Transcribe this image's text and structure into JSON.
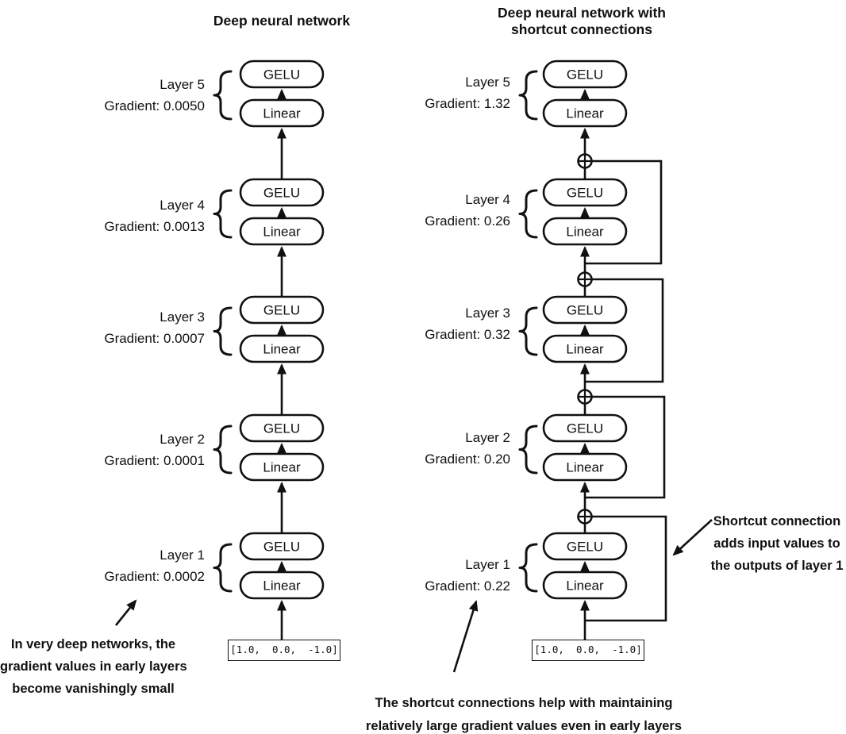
{
  "diagram": {
    "left_network": {
      "title": "Deep neural network",
      "layers": [
        {
          "name": "Layer 5",
          "gradient": "Gradient: 0.0050"
        },
        {
          "name": "Layer 4",
          "gradient": "Gradient: 0.0013"
        },
        {
          "name": "Layer 3",
          "gradient": "Gradient: 0.0007"
        },
        {
          "name": "Layer 2",
          "gradient": "Gradient: 0.0001"
        },
        {
          "name": "Layer 1",
          "gradient": "Gradient: 0.0002"
        }
      ],
      "input_vector": "[1.0,  0.0,  -1.0]"
    },
    "right_network": {
      "title_line1": "Deep neural network with",
      "title_line2": "shortcut connections",
      "layers": [
        {
          "name": "Layer 5",
          "gradient": "Gradient: 1.32"
        },
        {
          "name": "Layer 4",
          "gradient": "Gradient: 0.26"
        },
        {
          "name": "Layer 3",
          "gradient": "Gradient: 0.32"
        },
        {
          "name": "Layer 2",
          "gradient": "Gradient: 0.20"
        },
        {
          "name": "Layer 1",
          "gradient": "Gradient: 0.22"
        }
      ],
      "input_vector": "[1.0,  0.0,  -1.0]"
    },
    "box_labels": {
      "activation": "GELU",
      "linear": "Linear"
    },
    "annotations": {
      "left_note": {
        "lines": [
          "In very deep networks, the",
          "gradient values in early layers",
          "become vanishingly small"
        ]
      },
      "bottom_note": {
        "lines": [
          "The shortcut connections help with maintaining",
          "relatively large gradient values even in early layers"
        ]
      },
      "right_note": {
        "lines": [
          "Shortcut connection",
          "adds input values to",
          "the outputs of layer 1"
        ]
      }
    },
    "icons": {
      "add_icon": "circle-plus"
    },
    "colors": {
      "ink": "#111111",
      "background": "#ffffff"
    }
  }
}
